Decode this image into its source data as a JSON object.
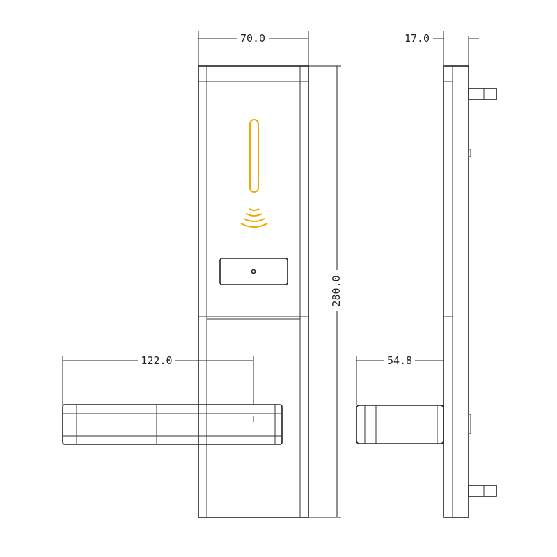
{
  "colors": {
    "outline": "#222222",
    "accent": "#f0a800",
    "background": "#ffffff"
  },
  "dimensions": {
    "width": "70.0",
    "thickness": "17.0",
    "height": "280.0",
    "handle_length": "122.0",
    "handle_projection": "54.8"
  },
  "icons": {
    "card_slot": "card-reader-strip-icon",
    "rfid": "rfid-wave-icon",
    "keyhole": "keyhole-icon"
  }
}
